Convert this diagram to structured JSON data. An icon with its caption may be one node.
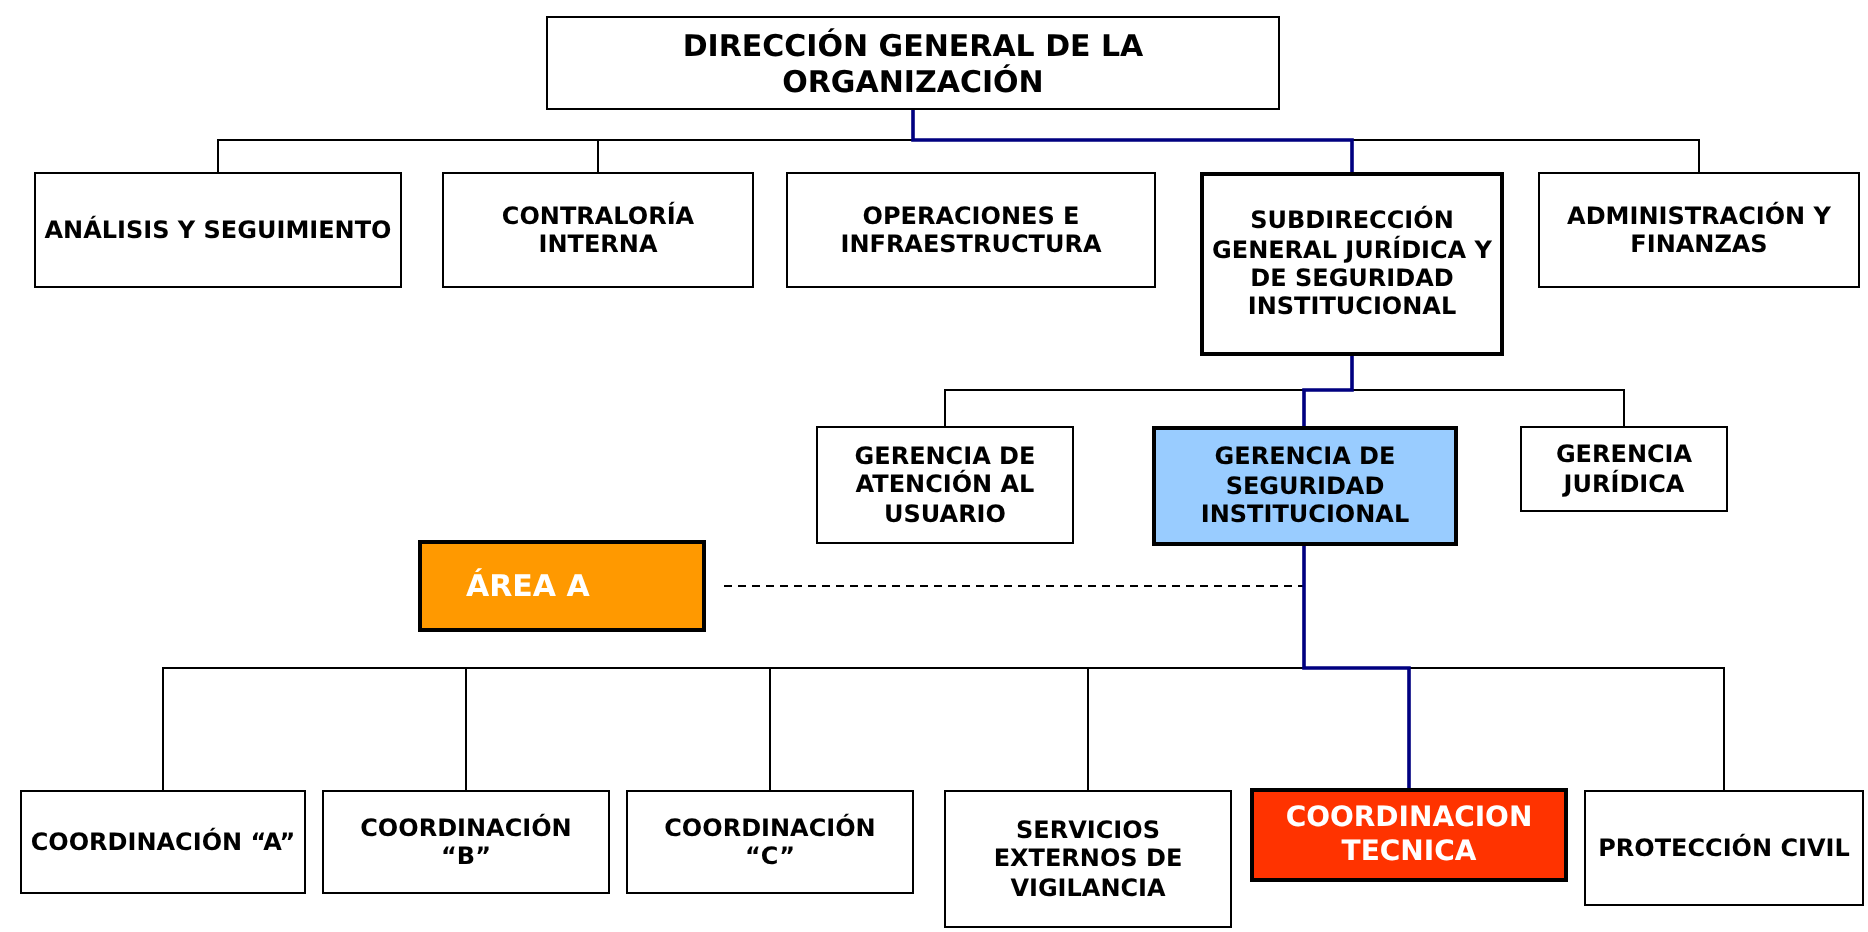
{
  "diagram": {
    "nodes": [
      {
        "text": [
          "DIRECCIÓN GENERAL DE LA ORGANIZACIÓN"
        ]
      },
      {
        "text": [
          "ANÁLISIS Y SEGUIMIENTO"
        ]
      },
      {
        "text": [
          "CONTRALORÍA INTERNA"
        ]
      },
      {
        "text": [
          "OPERACIONES E INFRAESTRUCTURA"
        ]
      },
      {
        "text": [
          "SUBDIRECCIÓN GENERAL JURÍDICA Y DE SEGURIDAD INSTITUCIONAL"
        ]
      },
      {
        "text": [
          "ADMINISTRACIÓN Y FINANZAS"
        ]
      },
      {
        "text": [
          "GERENCIA DE ATENCIÓN AL USUARIO"
        ]
      },
      {
        "text": [
          "GERENCIA DE SEGURIDAD INSTITUCIONAL"
        ]
      },
      {
        "text": [
          "GERENCIA JURÍDICA"
        ]
      },
      {
        "text": [
          "ÁREA A"
        ]
      },
      {
        "text": [
          "COORDINACIÓN “A”"
        ]
      },
      {
        "text": [
          "COORDINACIÓN “B”"
        ]
      },
      {
        "text": [
          "COORDINACIÓN “C”"
        ]
      },
      {
        "text": [
          "SERVICIOS EXTERNOS DE VIGILANCIA"
        ]
      },
      {
        "text": [
          "COORDINACION TECNICA"
        ]
      },
      {
        "text": [
          "PROTECCIÓN CIVIL"
        ]
      }
    ],
    "edges": [
      {
        "from": 0,
        "to": 1,
        "arrow": "none"
      },
      {
        "from": 0,
        "to": 2,
        "arrow": "none"
      },
      {
        "from": 0,
        "to": 4,
        "arrow": "none",
        "color": "#000080"
      },
      {
        "from": 0,
        "to": 5,
        "arrow": "none"
      },
      {
        "from": 4,
        "to": 6,
        "arrow": "none"
      },
      {
        "from": 4,
        "to": 7,
        "arrow": "none",
        "color": "#000080"
      },
      {
        "from": 4,
        "to": 8,
        "arrow": "none"
      },
      {
        "from": 9,
        "to": 7,
        "arrow": "none",
        "style": "dashed"
      },
      {
        "from": 7,
        "to": 10,
        "arrow": "none"
      },
      {
        "from": 7,
        "to": 11,
        "arrow": "none"
      },
      {
        "from": 7,
        "to": 12,
        "arrow": "none"
      },
      {
        "from": 7,
        "to": 13,
        "arrow": "none"
      },
      {
        "from": 7,
        "to": 14,
        "arrow": "none",
        "color": "#000080"
      },
      {
        "from": 7,
        "to": 15,
        "arrow": "none"
      }
    ]
  }
}
